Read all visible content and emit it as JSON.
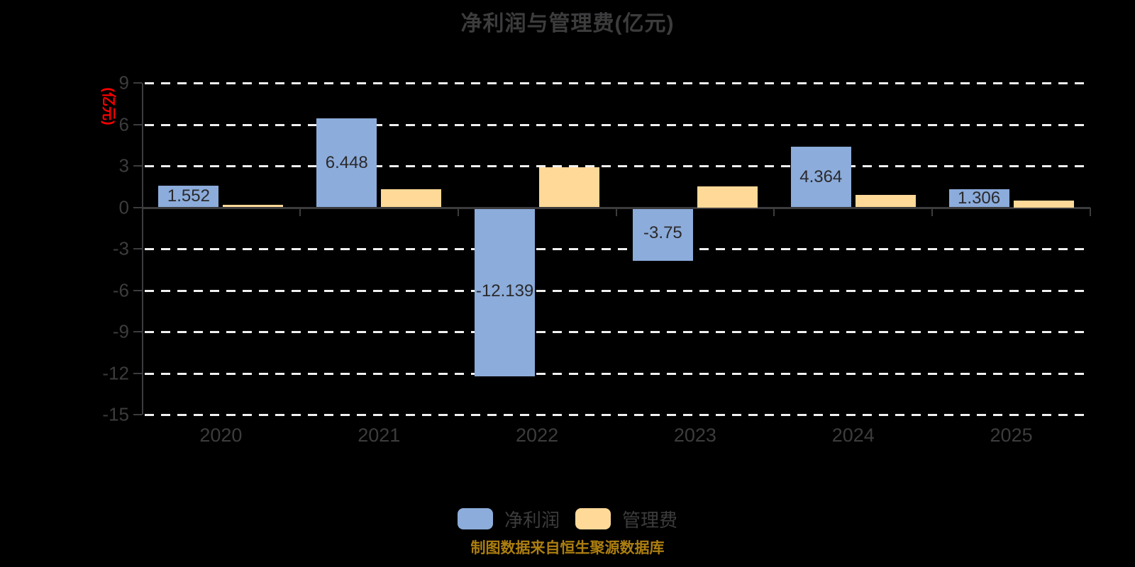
{
  "title": "净利润与管理费(亿元)",
  "y_axis": {
    "unit_label": "(亿元)",
    "unit_label_color": "#FF0000",
    "ticks": [
      9,
      6,
      3,
      0,
      -3,
      -6,
      -9,
      -12,
      -15
    ]
  },
  "chart_data": {
    "type": "bar",
    "title": "净利润与管理费(亿元)",
    "categories": [
      "2020",
      "2021",
      "2022",
      "2023",
      "2024",
      "2025"
    ],
    "series": [
      {
        "name": "净利润",
        "color": "#8CACDB",
        "values": [
          1.552,
          6.448,
          -12.139,
          -3.75,
          4.364,
          1.306
        ],
        "data_labels": [
          "1.552",
          "6.448",
          "-12.139",
          "-3.75",
          "4.364",
          "1.306"
        ]
      },
      {
        "name": "管理费",
        "color": "#FED998",
        "values": [
          0.2,
          1.3,
          2.9,
          1.5,
          0.9,
          0.5
        ],
        "data_labels": [
          "",
          "",
          "",
          "",
          "",
          ""
        ]
      }
    ],
    "ylabel": "(亿元)",
    "ylim": [
      -15,
      9
    ],
    "yticks": [
      9,
      6,
      3,
      0,
      -3,
      -6,
      -9,
      -12,
      -15
    ],
    "grid": "horizontal-dashed-white",
    "legend_position": "bottom"
  },
  "legend": {
    "items": [
      {
        "label": "净利润",
        "color": "#8CACDB"
      },
      {
        "label": "管理费",
        "color": "#FED998"
      }
    ]
  },
  "footer": {
    "source_text": "制图数据来自恒生聚源数据库"
  },
  "colors": {
    "background": "#000000",
    "title_text": "#3C3C3E",
    "axis": "#3C3C3E",
    "gridline": "#F0F0F0",
    "bar_label_text": "#2A2A2C",
    "net_profit_bar": "#8CACDB",
    "management_fee_bar": "#FED998",
    "y_unit_label": "#FF0000",
    "footer_text": "#AC7E10"
  }
}
